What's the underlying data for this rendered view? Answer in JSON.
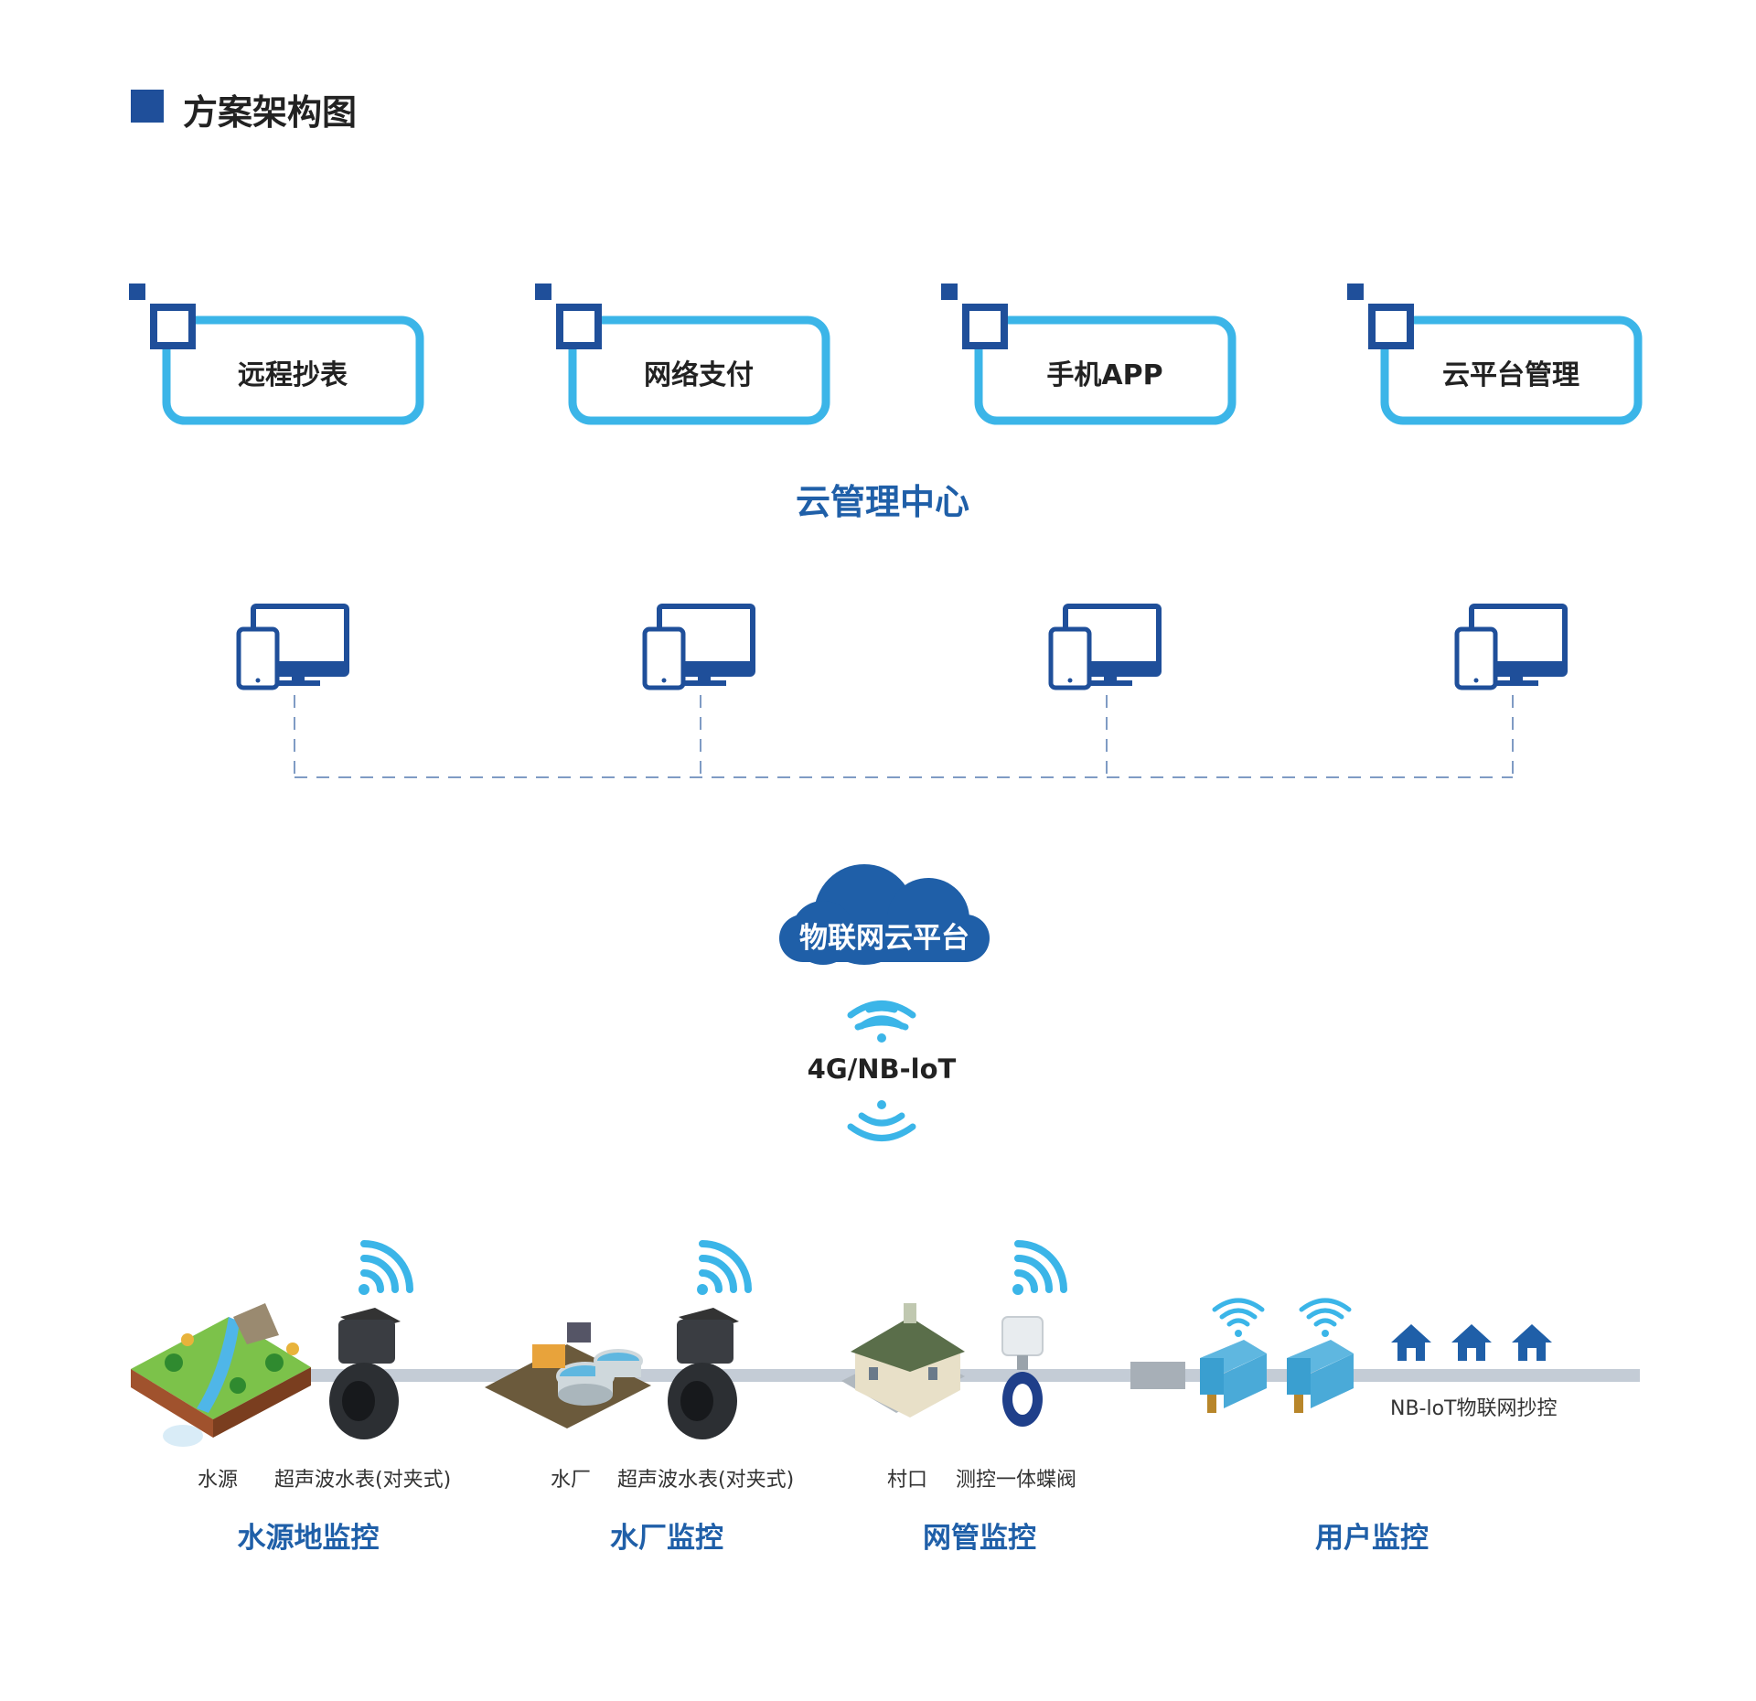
{
  "header": {
    "title": "方案架构图"
  },
  "features": [
    {
      "label": "远程抄表"
    },
    {
      "label": "网络支付"
    },
    {
      "label": "手机APP"
    },
    {
      "label": "云平台管理"
    }
  ],
  "cloud_center": {
    "label": "云管理中心"
  },
  "iot_cloud": {
    "label": "物联网云平台"
  },
  "network": {
    "label": "4G/NB-loT"
  },
  "field_captions": {
    "water_source": "水源",
    "meter1": "超声波水表(对夹式)",
    "water_plant": "水厂",
    "meter2": "超声波水表(对夹式)",
    "village": "村口",
    "valve": "测控一体蝶阀",
    "nb_reading": "NB-loT物联网抄控"
  },
  "categories": {
    "source": "水源地监控",
    "plant": "水厂监控",
    "pipe": "网管监控",
    "user": "用户监控"
  },
  "colors": {
    "primary_blue": "#1f4f9a",
    "light_blue": "#3bb5e8",
    "label_blue": "#1f5fa8",
    "pipe_gray": "#c4ccd6"
  }
}
